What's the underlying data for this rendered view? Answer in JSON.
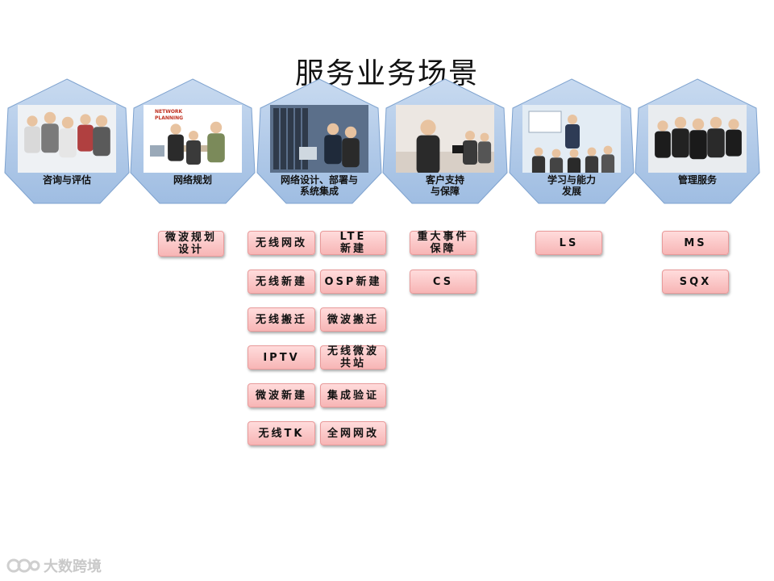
{
  "title": "服务业务场景",
  "colors": {
    "hex_fill": "#a9c4e4",
    "hex_edge": "#7fa3cf",
    "button_fill": "#f7b5b5"
  },
  "scenarios": [
    {
      "label": "咨询与评估",
      "photo": "business-people-meeting"
    },
    {
      "label": "网络规划",
      "photo": "network-planning-team",
      "photo_text": "NETWORK PLANNING"
    },
    {
      "label": "网络设计、部署与\n系统集成",
      "photo": "engineers-at-server-rack"
    },
    {
      "label": "客户支持\n与保障",
      "photo": "call-center-agents"
    },
    {
      "label": "学习与能力\n发展",
      "photo": "training-classroom"
    },
    {
      "label": "管理服务",
      "photo": "business-team-standing"
    }
  ],
  "buttons": {
    "col2": [
      "微波规划\n设计"
    ],
    "col3a": [
      "无线网改",
      "无线新建",
      "无线搬迁",
      "IPTV",
      "微波新建",
      "无线TK"
    ],
    "col3b": [
      "LTE\n新建",
      "OSP新建",
      "微波搬迁",
      "无线微波\n共站",
      "集成验证",
      "全网网改"
    ],
    "col4": [
      "重大事件\n保障",
      "CS"
    ],
    "col5": [
      "LS"
    ],
    "col6": [
      "MS",
      "SQX"
    ]
  },
  "watermark": "大数跨境"
}
